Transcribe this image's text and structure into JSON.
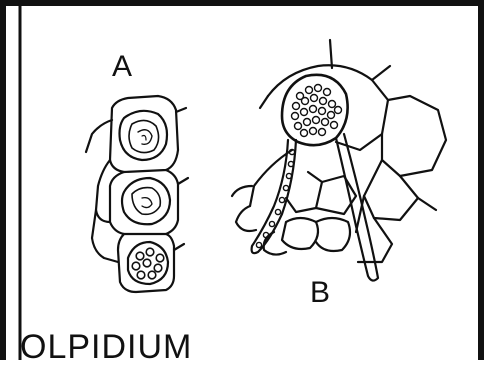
{
  "figure": {
    "panel_a_label": "A",
    "panel_b_label": "B",
    "caption": "OLPIDIUM"
  },
  "colors": {
    "ink": "#111111",
    "background": "#ffffff"
  }
}
